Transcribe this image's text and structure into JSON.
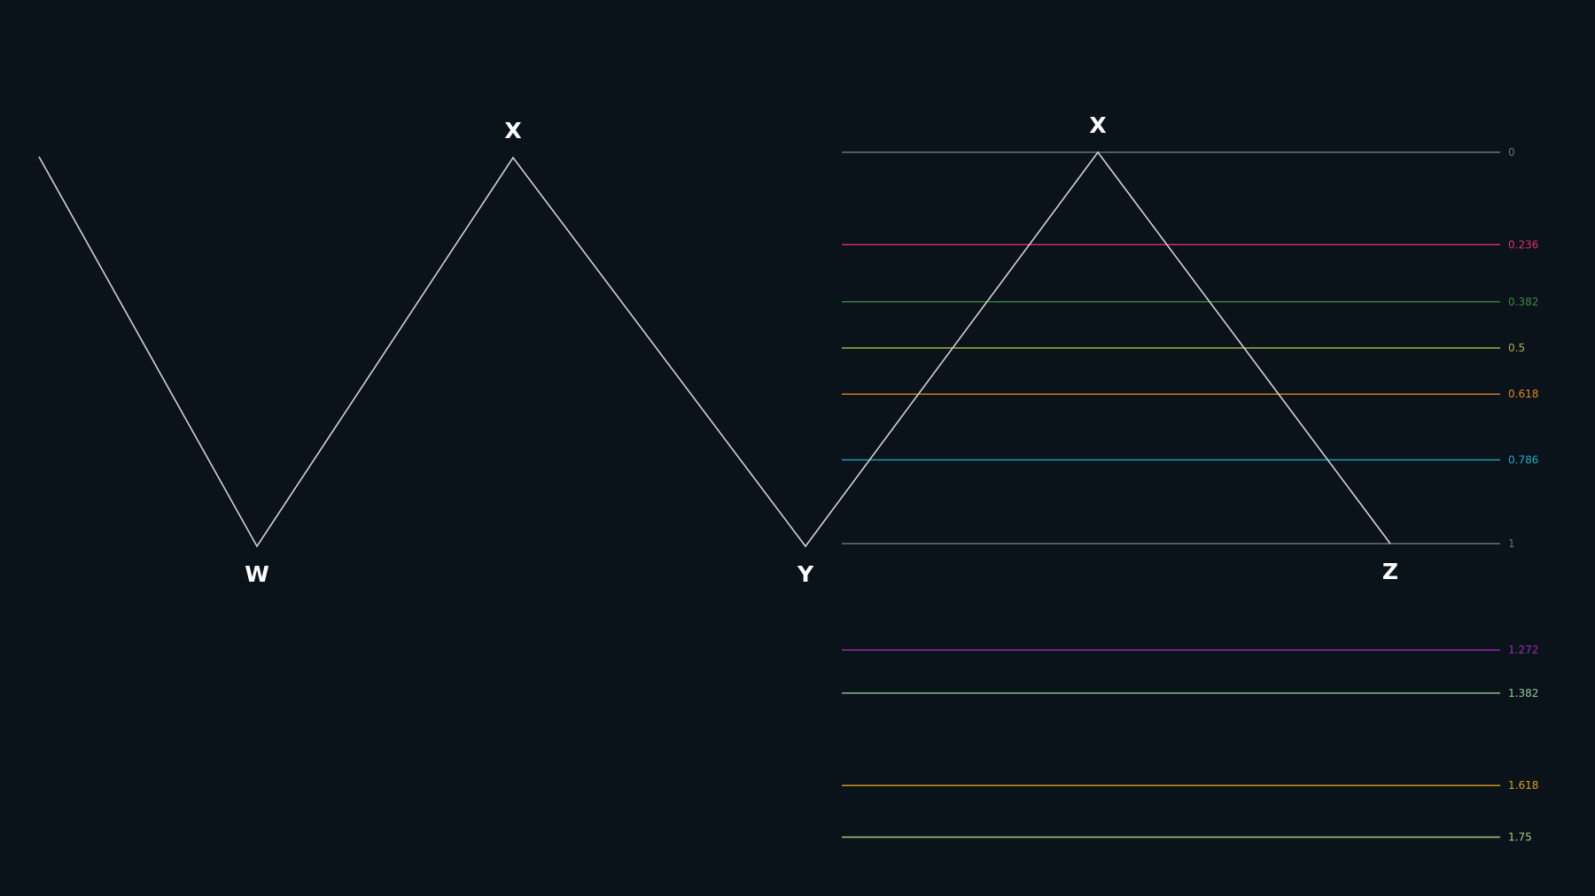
{
  "chart_data": {
    "type": "line",
    "description_free": true,
    "colors": {
      "background": "#0a121a",
      "wave_line": "#cfd3d8",
      "label_text": "#ffffff"
    },
    "wave": {
      "points": [
        {
          "label": "",
          "x": 0.0,
          "y": 1.0
        },
        {
          "label": "W",
          "x": 1.0,
          "y": 0.0
        },
        {
          "label": "X",
          "x": 2.0,
          "y": 1.0
        },
        {
          "label": "Y",
          "x": 3.0,
          "y": 0.0
        },
        {
          "label": "X",
          "x": 4.0,
          "y": 1.0
        },
        {
          "label": "Z",
          "x": 5.0,
          "y": 0.0
        }
      ]
    },
    "fib_levels": [
      {
        "label": "0",
        "value": 0,
        "color": "#6b7178"
      },
      {
        "label": "0.236",
        "value": 0.236,
        "color": "#e0306a"
      },
      {
        "label": "0.382",
        "value": 0.382,
        "color": "#3f8a3e"
      },
      {
        "label": "0.5",
        "value": 0.5,
        "color": "#a8b04a"
      },
      {
        "label": "0.618",
        "value": 0.618,
        "color": "#e08a1c"
      },
      {
        "label": "0.786",
        "value": 0.786,
        "color": "#1fa8c4"
      },
      {
        "label": "1",
        "value": 1,
        "color": "#6b7178"
      },
      {
        "label": "1.272",
        "value": 1.272,
        "color": "#9a2fb3"
      },
      {
        "label": "1.382",
        "value": 1.382,
        "color": "#8fcc96"
      },
      {
        "label": "1.618",
        "value": 1.618,
        "color": "#e0a020"
      },
      {
        "label": "1.75",
        "value": 1.75,
        "color": "#a4d07a"
      }
    ]
  }
}
